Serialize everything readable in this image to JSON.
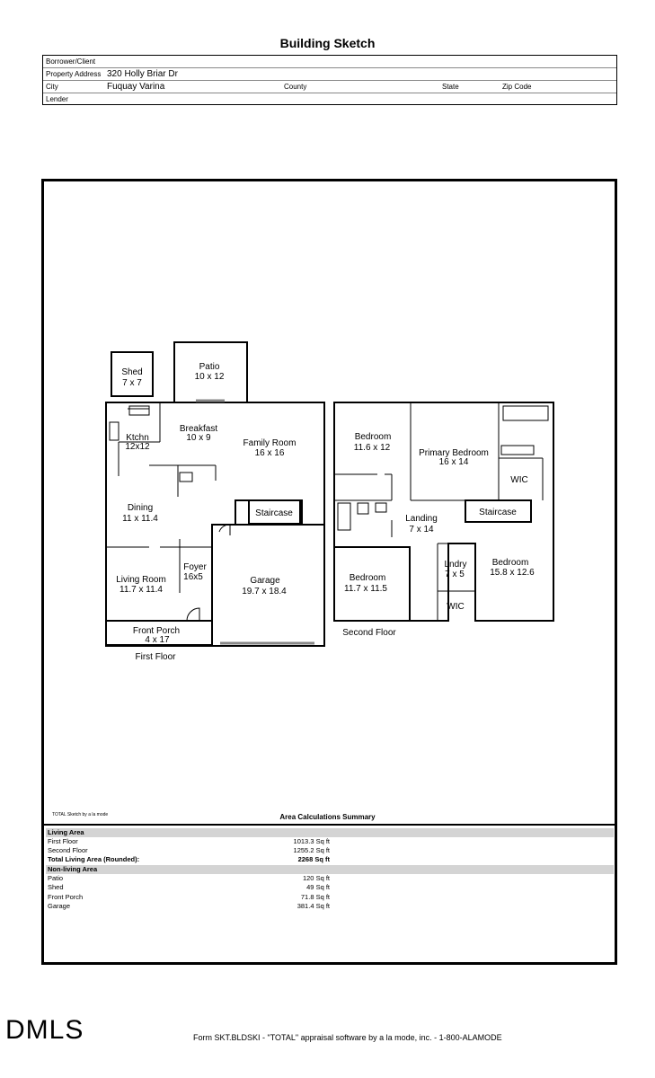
{
  "title": "Building Sketch",
  "info": {
    "borrower_label": "Borrower/Client",
    "address_label": "Property Address",
    "address_value": "320 Holly Briar Dr",
    "city_label": "City",
    "city_value": "Fuquay Varina",
    "county_label": "County",
    "state_label": "State",
    "zip_label": "Zip Code",
    "lender_label": "Lender"
  },
  "rooms": {
    "shed": [
      "Shed",
      "7 x 7"
    ],
    "patio": [
      "Patio",
      "10 x 12"
    ],
    "breakfast": [
      "Breakfast",
      "10 x 9"
    ],
    "kitchen": [
      "Ktchn",
      "12x12"
    ],
    "family": [
      "Family Room",
      "16 x 16"
    ],
    "dining": [
      "Dining",
      "11 x 11.4"
    ],
    "staircase1": "Staircase",
    "foyer": [
      "Foyer",
      "16x5"
    ],
    "living": [
      "Living Room",
      "11.7 x 11.4"
    ],
    "garage": [
      "Garage",
      "19.7 x 18.4"
    ],
    "porch": [
      "Front Porch",
      "4 x 17"
    ],
    "first_floor": "First Floor",
    "bedroom1": [
      "Bedroom",
      "11.6 x 12"
    ],
    "primary": [
      "Primary Bedroom",
      "16 x 14"
    ],
    "wic1": "WIC",
    "landing": [
      "Landing",
      "7 x 14"
    ],
    "staircase2": "Staircase",
    "bedroom2": [
      "Bedroom",
      "11.7 x 11.5"
    ],
    "laundry": [
      "Lndry",
      "7 x 5"
    ],
    "bedroom3": [
      "Bedroom",
      "15.8 x 12.6"
    ],
    "wic2": "WIC",
    "second_floor": "Second Floor"
  },
  "credit": "TOTAL Sketch by a la mode",
  "summary_title": "Area Calculations Summary",
  "summary": {
    "living_header": "Living Area",
    "first_floor": {
      "label": "First Floor",
      "value": "1013.3 Sq ft"
    },
    "second_floor": {
      "label": "Second Floor",
      "value": "1255.2 Sq ft"
    },
    "total": {
      "label": "Total Living Area (Rounded):",
      "value": "2268 Sq ft"
    },
    "nonliving_header": "Non-living Area",
    "patio": {
      "label": "Patio",
      "value": "120 Sq ft"
    },
    "shed": {
      "label": "Shed",
      "value": "49 Sq ft"
    },
    "porch": {
      "label": "Front Porch",
      "value": "71.8 Sq ft"
    },
    "garage": {
      "label": "Garage",
      "value": "381.4 Sq ft"
    }
  },
  "logo": "DMLS",
  "footer": "Form SKT.BLDSKI - \"TOTAL\" appraisal software by a la mode, inc. - 1-800-ALAMODE"
}
